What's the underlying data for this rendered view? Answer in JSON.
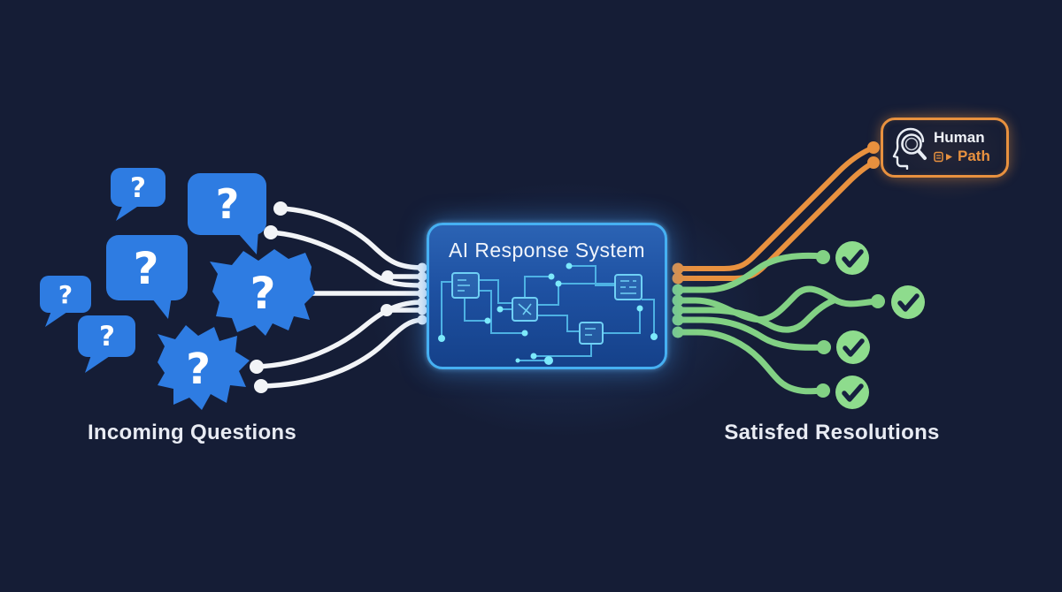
{
  "labels": {
    "incoming": "Incoming Questions",
    "resolved": "Satisfed Resolutions"
  },
  "ai_box": {
    "title": "AI Response System"
  },
  "human_box": {
    "line1": "Human",
    "line2": "Path"
  },
  "bubbles": {
    "question_mark": "?",
    "count": 7
  },
  "flows": {
    "incoming_line_count": 7,
    "resolved_line_count": 5,
    "escalation_line_count": 2,
    "checkmark_count": 4
  },
  "colors": {
    "background": "#151d36",
    "bubble_blue": "#2e7ce2",
    "incoming_line": "#f2f4f7",
    "ai_border": "#46b0f2",
    "ai_fill_top": "#2b63b4",
    "ai_fill_bottom": "#15418a",
    "circuit_trace": "#53bdec",
    "circuit_node": "#7ce9fb",
    "escalation_orange": "#e8913f",
    "resolved_green": "#82d184",
    "check_fill": "#8edc8d",
    "check_mark": "#17213f",
    "label_text": "#e8ebf3"
  }
}
